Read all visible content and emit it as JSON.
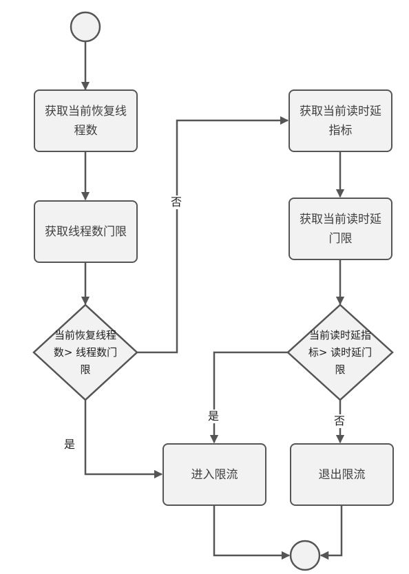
{
  "nodes": {
    "get_recovery_threads": "获取当前恢复线程数",
    "get_thread_limit": "获取线程数门限",
    "decision_threads": "当前恢复线程数> 线程数门限",
    "get_read_latency": "获取当前读时延指标",
    "get_latency_limit": "获取当前读时延门限",
    "decision_latency": "当前读时延指标> 读时延门限",
    "enter_rate_limit": "进入限流",
    "exit_rate_limit": "退出限流"
  },
  "edges": {
    "no_threads": "否",
    "yes_threads": "是",
    "yes_latency": "是",
    "no_latency": "否"
  },
  "colors": {
    "stroke": "#555555",
    "fill": "#f2f2f2",
    "text": "#404040"
  }
}
